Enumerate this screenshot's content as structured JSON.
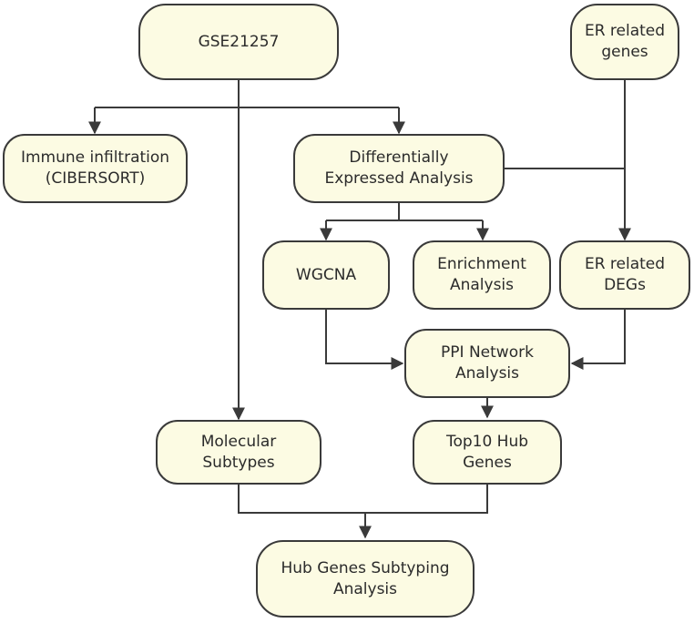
{
  "diagram": {
    "nodes": {
      "gse": "GSE21257",
      "er_genes": "ER related\ngenes",
      "immune": "Immune infiltration\n(CIBERSORT)",
      "dea": "Differentially\nExpressed Analysis",
      "wgcna": "WGCNA",
      "enrichment": "Enrichment\nAnalysis",
      "er_degs": "ER related\nDEGs",
      "ppi": "PPI Network\nAnalysis",
      "molecular": "Molecular\nSubtypes",
      "top10": "Top10 Hub\nGenes",
      "hub_subtyping": "Hub Genes Subtyping\nAnalysis"
    },
    "colors": {
      "node_fill": "#fcfbe3",
      "node_border": "#3a3a3a",
      "edge": "#3a3a3a",
      "text": "#2b2b2b"
    }
  }
}
